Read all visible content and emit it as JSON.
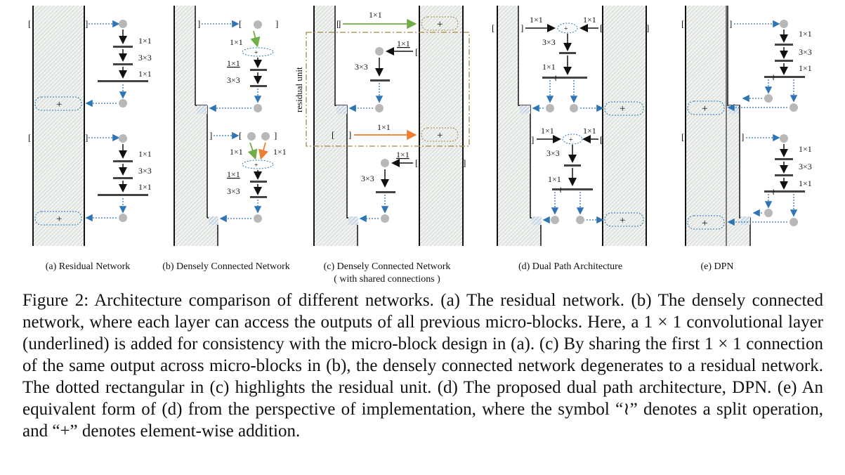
{
  "figure": {
    "panels": [
      {
        "id": "a",
        "title": "(a) Residual Network",
        "subtitle": ""
      },
      {
        "id": "b",
        "title": "(b) Densely Connected Network",
        "subtitle": ""
      },
      {
        "id": "c",
        "title": "(c) Densely Connected Network",
        "subtitle": "( with shared connections )"
      },
      {
        "id": "d",
        "title": "(d) Dual Path Architecture",
        "subtitle": ""
      },
      {
        "id": "e",
        "title": "(e) DPN",
        "subtitle": ""
      }
    ],
    "layer_labels": {
      "one_by_one": "1×1",
      "three_by_three": "3×3"
    },
    "symbols": {
      "plus": "+",
      "split": "≀"
    },
    "residual_unit_label": "residual unit",
    "colors": {
      "residual_arrow": "#2e75b6",
      "dense_arrow_green": "#70ad47",
      "dense_arrow_orange": "#ed7d31",
      "residual_box": "#a5894a",
      "node": "#b8b8b8",
      "hatch": "#c8d4e2"
    }
  },
  "caption": {
    "label": "Figure 2:",
    "text": " Architecture comparison of different networks. (a) The residual network. (b) The densely connected network, where each layer can access the outputs of all previous micro-blocks. Here, a 1 × 1 convolutional layer (underlined) is added for consistency with the micro-block design in (a). (c) By sharing the first 1 × 1 connection of the same output across micro-blocks in (b), the densely connected network degenerates to a residual network. The dotted rectangular in (c) highlights the residual unit. (d) The proposed dual path architecture, DPN. (e) An equivalent form of (d) from the perspective of implementation, where the symbol “≀” denotes a split operation, and “+” denotes element-wise addition."
  }
}
